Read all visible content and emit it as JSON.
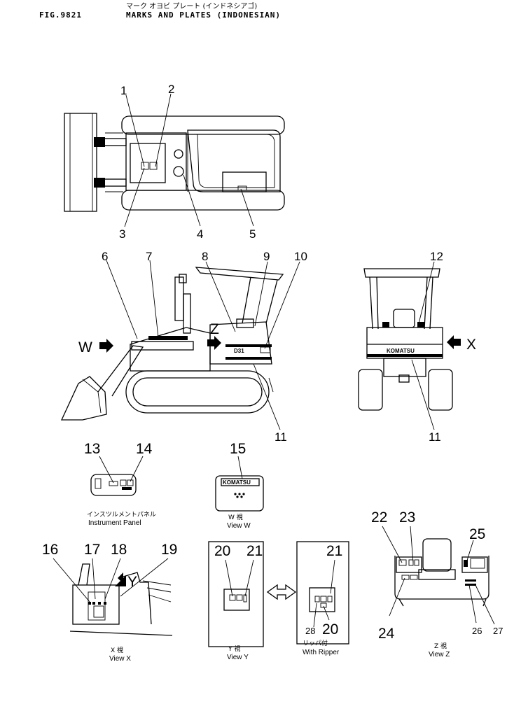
{
  "header": {
    "fig_no": "FIG.9821",
    "japanese_title": "マーク オヨビ プレート (インドネシアゴ)",
    "title": "MARKS AND PLATES (INDONESIAN)"
  },
  "callouts": [
    "1",
    "2",
    "3",
    "4",
    "5",
    "6",
    "7",
    "8",
    "9",
    "10",
    "11",
    "11",
    "12",
    "13",
    "14",
    "15",
    "16",
    "17",
    "18",
    "19",
    "20",
    "21",
    "21",
    "20",
    "28",
    "22",
    "23",
    "24",
    "25",
    "26",
    "27"
  ],
  "view_letters": {
    "w": "W",
    "z": "Z",
    "x": "X",
    "y": "Y"
  },
  "side_view": {
    "model_label": "D31"
  },
  "rear_view": {
    "brand_label": "KOMATSU"
  },
  "detail_views": {
    "instrument_panel": {
      "caption_jp": "インスツルメントパネル",
      "caption_en": "Instrument  Panel"
    },
    "view_w": {
      "caption_jp": "W  視",
      "caption_en": "View  W",
      "plate_brand": "KOMATSU"
    },
    "view_x": {
      "caption_jp": "X  視",
      "caption_en": "View  X"
    },
    "view_y": {
      "caption_jp": "Y  視",
      "caption_en": "View  Y"
    },
    "with_ripper": {
      "caption_jp": "リッパ付",
      "caption_en": "With  Ripper"
    },
    "view_z": {
      "caption_jp": "Z  視",
      "caption_en": "View  Z"
    }
  },
  "icons": [
    "view-arrow-icon",
    "double-arrow-icon",
    "plate-icon"
  ]
}
